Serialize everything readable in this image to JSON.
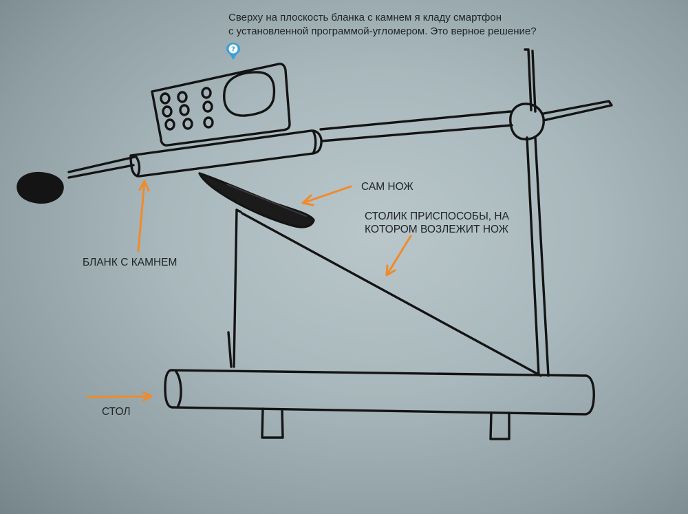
{
  "question": {
    "line1": "Сверху на плоскость бланка с камнем я кладу смартфон",
    "line2": "с установленной программой-угломером. Это верное решение?"
  },
  "labels": {
    "knife": "САМ НОЖ",
    "knife_table_line1": "СТОЛИК ПРИСПОСОБЫ, НА",
    "knife_table_line2": "КОТОРОМ ВОЗЛЕЖИТ НОЖ",
    "blank_with_stone": "БЛАНК С КАМНЕМ",
    "table": "СТОЛ"
  },
  "colors": {
    "ink": "#141414",
    "arrow": "#f08a2a",
    "marker": "#3aa0d8"
  },
  "icons": {
    "help_marker": "question-marker-icon"
  }
}
